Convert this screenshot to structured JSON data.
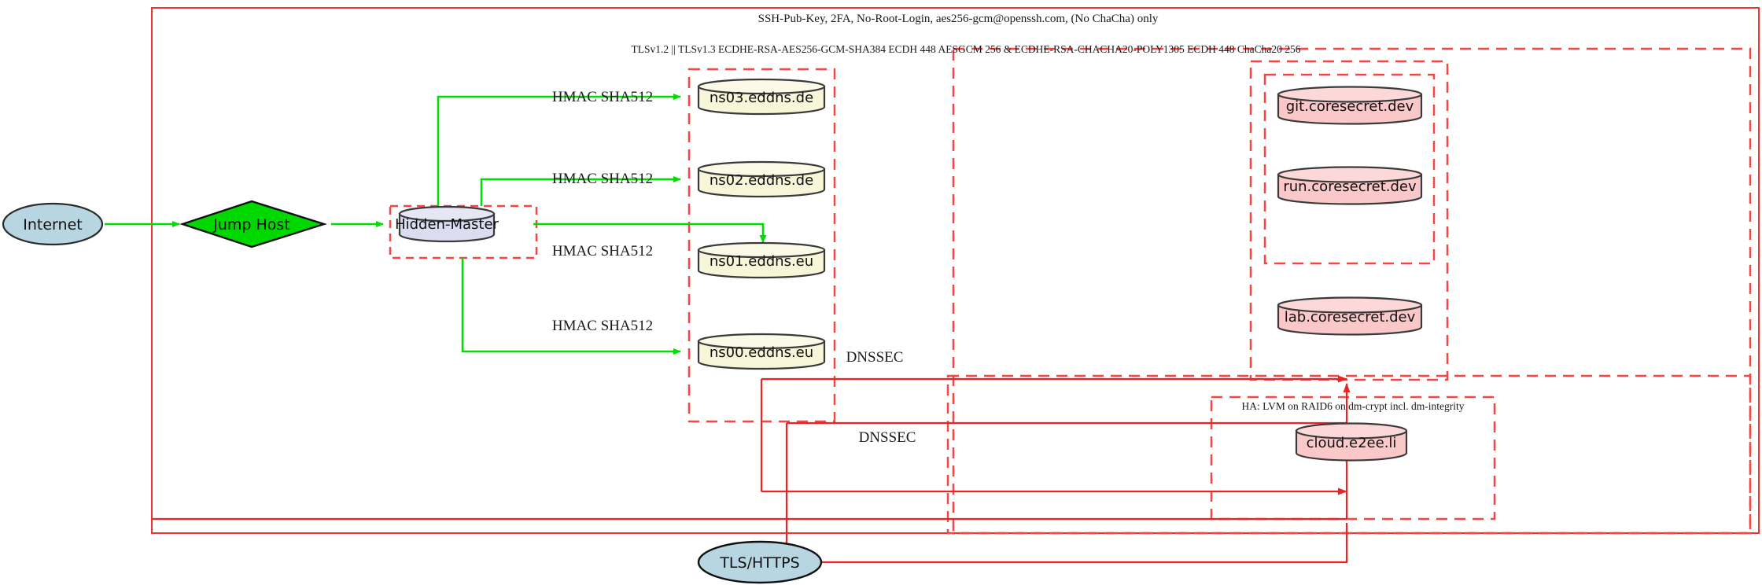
{
  "diagram": {
    "title_label": "SSH-Pub-Key, 2FA, No-Root-Login, aes256-gcm@openssh.com, (No ChaCha) only",
    "tls_label": "TLSv1.2 || TLSv1.3 ECDHE-RSA-AES256-GCM-SHA384 ECDH 448 AESGCM 256 & ECDHE-RSA-CHACHA20-POLY1305 ECDH 448 ChaCha20 256",
    "ha_label": "HA: LVM on RAID6 on dm-crypt incl. dm-integrity"
  },
  "nodes": {
    "internet": "Internet",
    "jump_host": "Jump Host",
    "hidden_master": "Hidden-Master",
    "ns03": "ns03.eddns.de",
    "ns02": "ns02.eddns.de",
    "ns01": "ns01.eddns.eu",
    "ns00": "ns00.eddns.eu",
    "git": "git.coresecret.dev",
    "run": "run.coresecret.dev",
    "lab": "lab.coresecret.dev",
    "cloud": "cloud.e2ee.li",
    "tls_https": "TLS/HTTPS"
  },
  "edge_labels": {
    "hmac_ns03": "HMAC SHA512",
    "hmac_ns02": "HMAC SHA512",
    "hmac_ns01": "HMAC SHA512",
    "hmac_ns00": "HMAC SHA512",
    "dnssec_upper": "DNSSEC",
    "dnssec_lower": "DNSSEC"
  },
  "colors": {
    "green_edge": "#00dd00",
    "red_boundary": "#ee3333",
    "red_dashed": "#f94444",
    "internet_fill": "#b8d6e2",
    "jump_host_fill": "#00d800",
    "hidden_master_fill": "#dcdcf0",
    "dns_fill": "#f7f6d8",
    "service_fill": "#fac8c8",
    "stroke_dark": "#3a3a3a"
  }
}
